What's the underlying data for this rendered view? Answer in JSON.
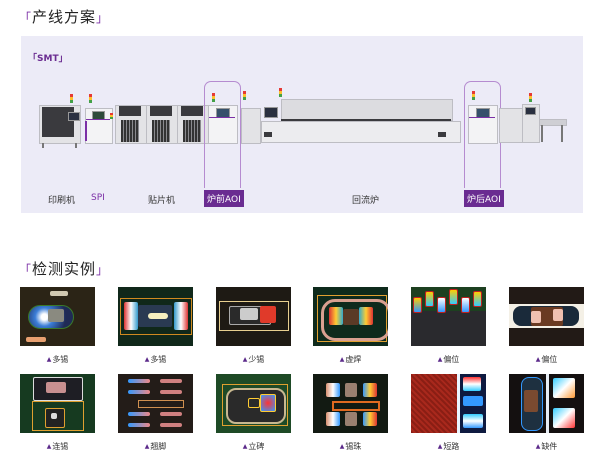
{
  "sections": {
    "line": {
      "title": "产线方案",
      "open_bracket": "「",
      "close_bracket": "」"
    },
    "examples": {
      "title": "检测实例",
      "open_bracket": "「",
      "close_bracket": "」"
    }
  },
  "panel": {
    "tag": "「SMT」",
    "background": "#ecebf7",
    "machines": [
      {
        "id": "printer",
        "label": "印刷机",
        "style": "plain"
      },
      {
        "id": "spi",
        "label": "SPI",
        "style": "purple-text"
      },
      {
        "id": "mounter",
        "label": "贴片机",
        "style": "plain"
      },
      {
        "id": "pre-aoi",
        "label": "炉前AOI",
        "style": "badge"
      },
      {
        "id": "reflow",
        "label": "回流炉",
        "style": "plain"
      },
      {
        "id": "post-aoi",
        "label": "炉后AOI",
        "style": "badge"
      }
    ]
  },
  "examples": {
    "marker": "▲",
    "items": [
      {
        "label": "多锡"
      },
      {
        "label": "多锡"
      },
      {
        "label": "少锡"
      },
      {
        "label": "虚焊"
      },
      {
        "label": "偏位"
      },
      {
        "label": "偏位"
      },
      {
        "label": "连锡"
      },
      {
        "label": "翘脚"
      },
      {
        "label": "立碑"
      },
      {
        "label": "锡珠"
      },
      {
        "label": "短路"
      },
      {
        "label": "缺件"
      }
    ]
  },
  "colors": {
    "accent": "#6a2c91",
    "accent_light": "#7b2fa6",
    "panel_bg": "#ecebf7"
  }
}
